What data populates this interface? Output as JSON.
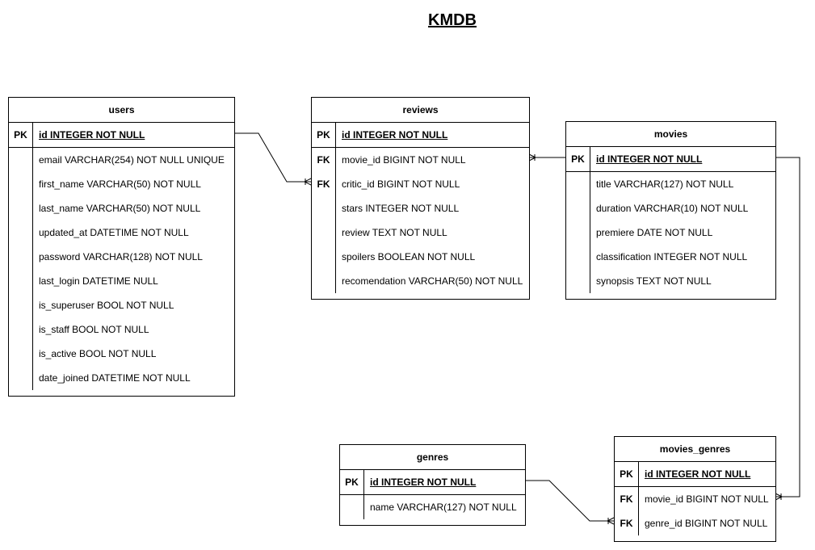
{
  "title": "KMDB",
  "entities": {
    "users": {
      "name": "users",
      "rows": [
        {
          "key": "PK",
          "field": "id INTEGER NOT NULL"
        },
        {
          "key": "",
          "field": "email VARCHAR(254) NOT NULL UNIQUE"
        },
        {
          "key": "",
          "field": "first_name VARCHAR(50) NOT NULL"
        },
        {
          "key": "",
          "field": "last_name VARCHAR(50) NOT NULL"
        },
        {
          "key": "",
          "field": "updated_at DATETIME NOT NULL"
        },
        {
          "key": "",
          "field": "password VARCHAR(128) NOT NULL"
        },
        {
          "key": "",
          "field": "last_login DATETIME NULL"
        },
        {
          "key": "",
          "field": "is_superuser BOOL NOT NULL"
        },
        {
          "key": "",
          "field": "is_staff BOOL NOT NULL"
        },
        {
          "key": "",
          "field": "is_active BOOL NOT NULL"
        },
        {
          "key": "",
          "field": "date_joined DATETIME NOT NULL"
        }
      ]
    },
    "reviews": {
      "name": "reviews",
      "rows": [
        {
          "key": "PK",
          "field": "id INTEGER NOT NULL"
        },
        {
          "key": "FK",
          "field": "movie_id BIGINT NOT NULL"
        },
        {
          "key": "FK",
          "field": "critic_id BIGINT NOT NULL"
        },
        {
          "key": "",
          "field": "stars INTEGER NOT NULL"
        },
        {
          "key": "",
          "field": "review TEXT NOT NULL"
        },
        {
          "key": "",
          "field": "spoilers BOOLEAN NOT NULL"
        },
        {
          "key": "",
          "field": "recomendation VARCHAR(50) NOT NULL"
        }
      ]
    },
    "movies": {
      "name": "movies",
      "rows": [
        {
          "key": "PK",
          "field": "id INTEGER NOT NULL"
        },
        {
          "key": "",
          "field": "title VARCHAR(127) NOT NULL"
        },
        {
          "key": "",
          "field": "duration VARCHAR(10) NOT NULL"
        },
        {
          "key": "",
          "field": "premiere DATE NOT NULL"
        },
        {
          "key": "",
          "field": "classification INTEGER NOT NULL"
        },
        {
          "key": "",
          "field": "synopsis TEXT NOT NULL"
        }
      ]
    },
    "genres": {
      "name": "genres",
      "rows": [
        {
          "key": "PK",
          "field": "id INTEGER NOT NULL"
        },
        {
          "key": "",
          "field": "name VARCHAR(127) NOT NULL"
        }
      ]
    },
    "movies_genres": {
      "name": "movies_genres",
      "rows": [
        {
          "key": "PK",
          "field": "id INTEGER NOT NULL"
        },
        {
          "key": "FK",
          "field": "movie_id BIGINT NOT NULL"
        },
        {
          "key": "FK",
          "field": "genre_id BIGINT NOT NULL"
        }
      ]
    }
  }
}
